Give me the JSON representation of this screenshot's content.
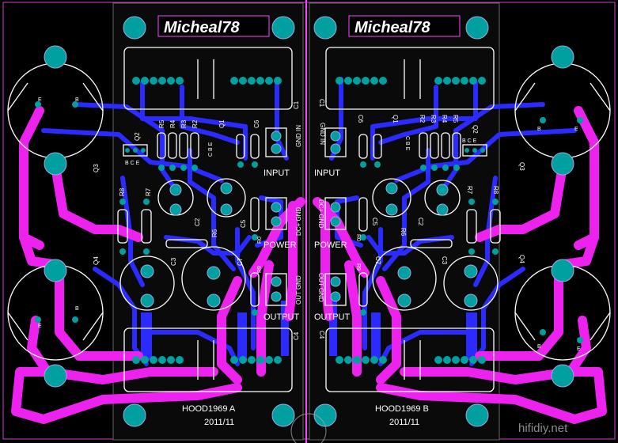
{
  "board_a": {
    "brand": "Micheal78",
    "signature": "HOOD1969   A",
    "date": "2011/11",
    "labels": {
      "input": "INPUT",
      "power": "POWER",
      "output": "OUTPUT",
      "gnd_in": "GND IN",
      "dc_gnd": "DC+ GND",
      "out_gnd": "OUT GND",
      "q1": "Q1",
      "q2": "Q2",
      "q3": "Q3",
      "q4": "Q4",
      "c1": "C1",
      "c2": "C2",
      "c3": "C3",
      "c4": "C4",
      "c5": "C5",
      "c6": "C6",
      "c7": "C7",
      "r0": "R0",
      "r2": "R2",
      "r3": "R3",
      "r4": "R4",
      "r5": "R5",
      "r6": "R6",
      "r7": "R7",
      "r8": "R8",
      "r9": "R9",
      "bce": "B C E",
      "cbe": "C B E",
      "e": "E",
      "b": "B"
    }
  },
  "board_b": {
    "brand": "Micheal78",
    "signature": "HOOD1969   B",
    "date": "2011/11",
    "labels": {
      "input": "INPUT",
      "power": "POWER",
      "output": "OUTPUT",
      "gnd_in": "GND IN",
      "dc_gnd": "DC+ GND",
      "out_gnd": "OUT GND",
      "q1": "Q1",
      "q2": "Q2",
      "q3": "Q3",
      "q4": "Q4",
      "c1": "C1",
      "c2": "C2",
      "c3": "C3",
      "c4": "C4",
      "c5": "C5",
      "c6": "C6",
      "c7": "C7",
      "r0": "R0",
      "r2": "R2",
      "r3": "R3",
      "r4": "R4",
      "r5": "R5",
      "r6": "R6",
      "r7": "R7",
      "r8": "R8",
      "r9": "R9",
      "bce": "B C E",
      "cbe": "C B E",
      "e": "E",
      "b": "B"
    }
  },
  "watermark": "hifidiy.net",
  "colors": {
    "top_copper": "#ee22ee",
    "bottom_copper": "#2222ff",
    "pad": "#00a3a3",
    "silkscreen": "#ffffff",
    "outline": "#ff66ff"
  }
}
